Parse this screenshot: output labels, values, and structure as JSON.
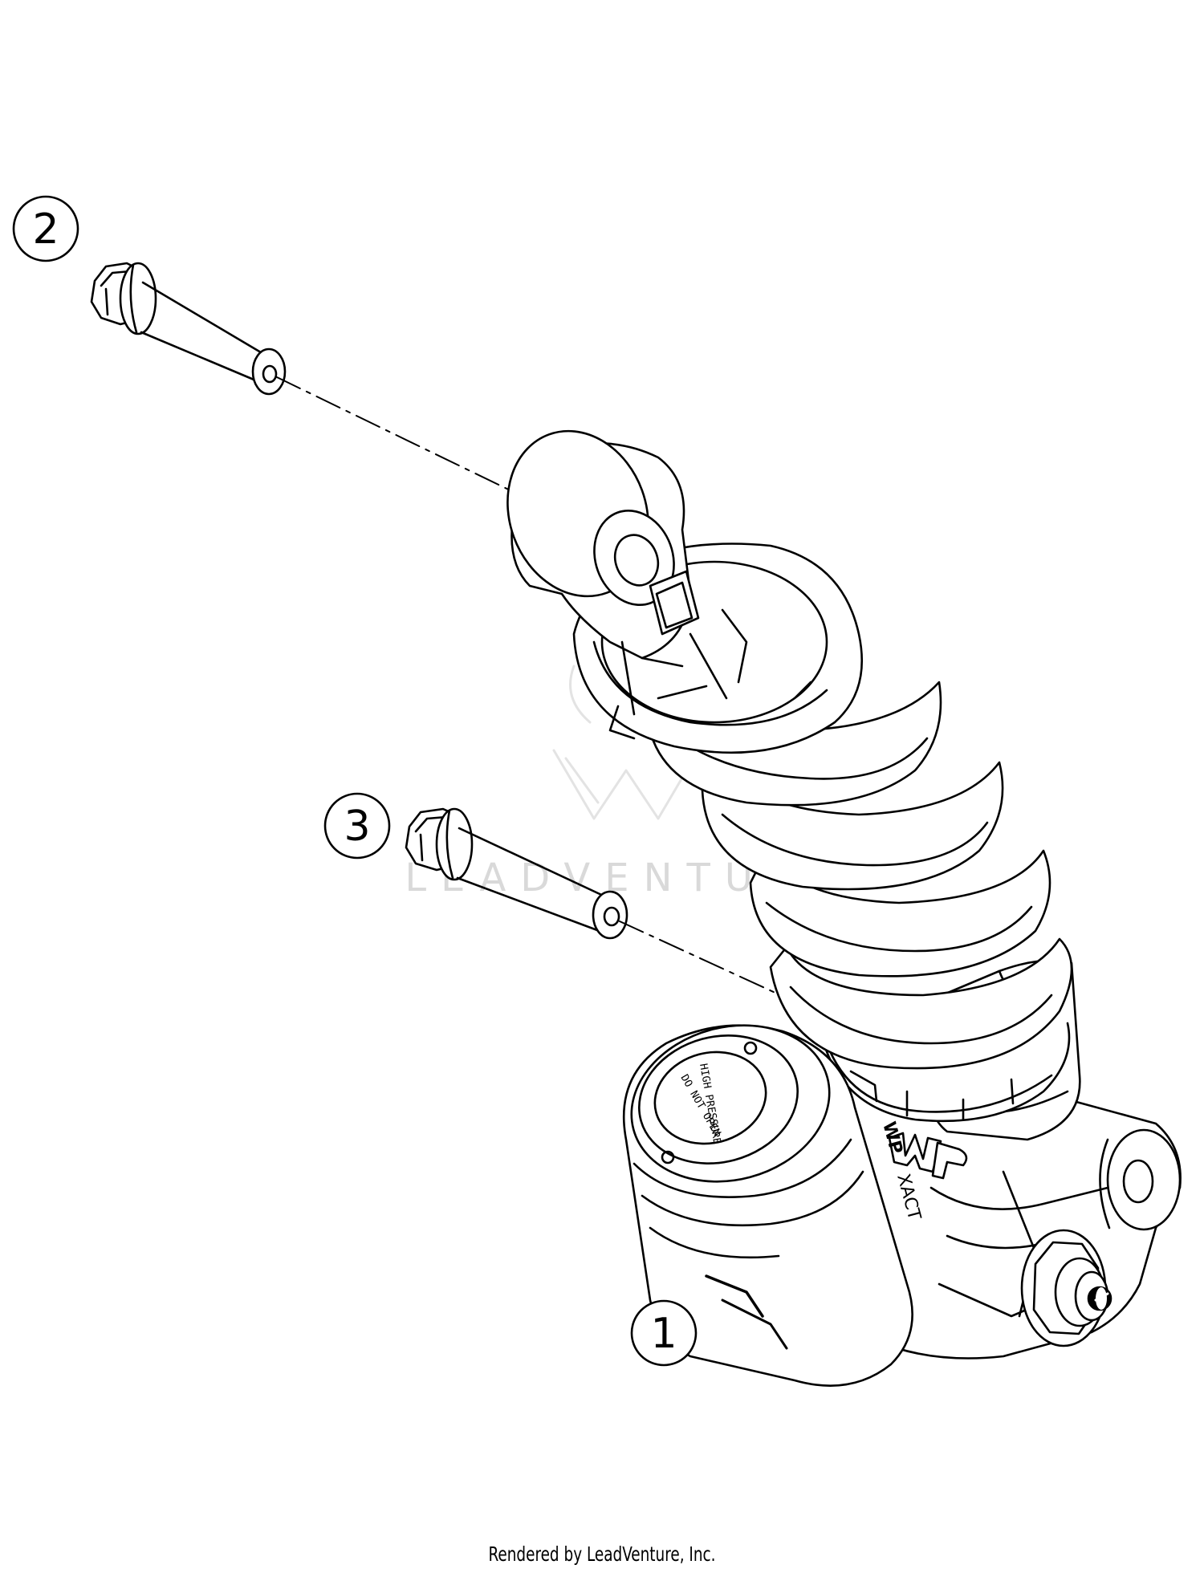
{
  "callouts": {
    "part_1": "1",
    "part_2": "2",
    "part_3": "3"
  },
  "shock_labels": {
    "brand": "WP",
    "model": "XACT",
    "cap_text_1": "DO NOT OPEN",
    "cap_text_2": "HIGH PRESSURE"
  },
  "watermark": {
    "text": "LEADVENTURE"
  },
  "footer": {
    "credit": "Rendered by LeadVenture, Inc."
  },
  "colors": {
    "line": "#000000",
    "background": "#ffffff",
    "watermark": "#d9d9d9"
  }
}
